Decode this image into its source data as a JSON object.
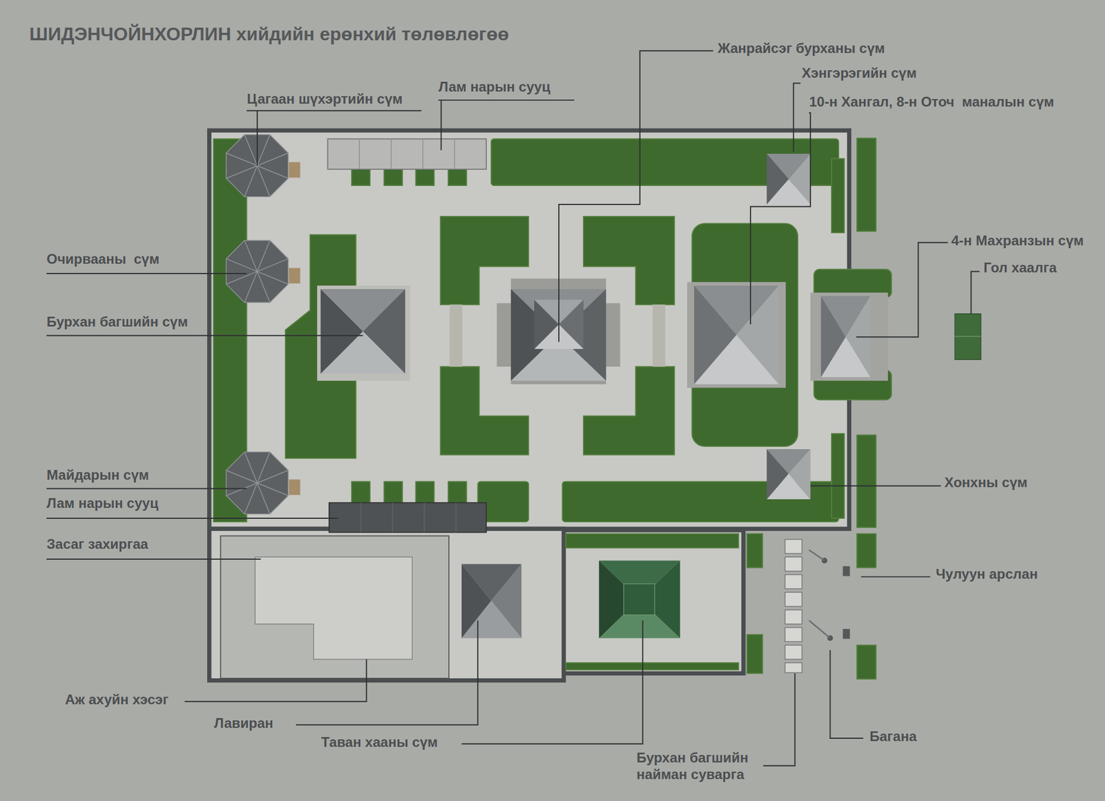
{
  "diagram": {
    "title": "ШИДЭНЧОЙНХОРЛИН хийдийн ерөнхий төлөвлөгөө",
    "labels": [
      "Жанрайсэг бурханы сүм",
      "Хэнгэрэгийн сүм",
      "10-н Хангал, 8-н Оточ  маналын сүм",
      "Цагаан шүхэртийн сүм",
      "Лам нарын сууц",
      "4-н Махранзын сүм",
      "Гол хаалга",
      "Очирвааны  сүм",
      "Бурхан багшийн сүм",
      "Майдарын сүм",
      "Лам нарын сууц",
      "Засаг захиргаа",
      "Хонхны сүм",
      "Чулуун арслан",
      "Аж ахуйн хэсэг",
      "Лавиран",
      "Таван хааны сүм",
      "Багана",
      "Бурхан багшийн найман суварга"
    ]
  }
}
